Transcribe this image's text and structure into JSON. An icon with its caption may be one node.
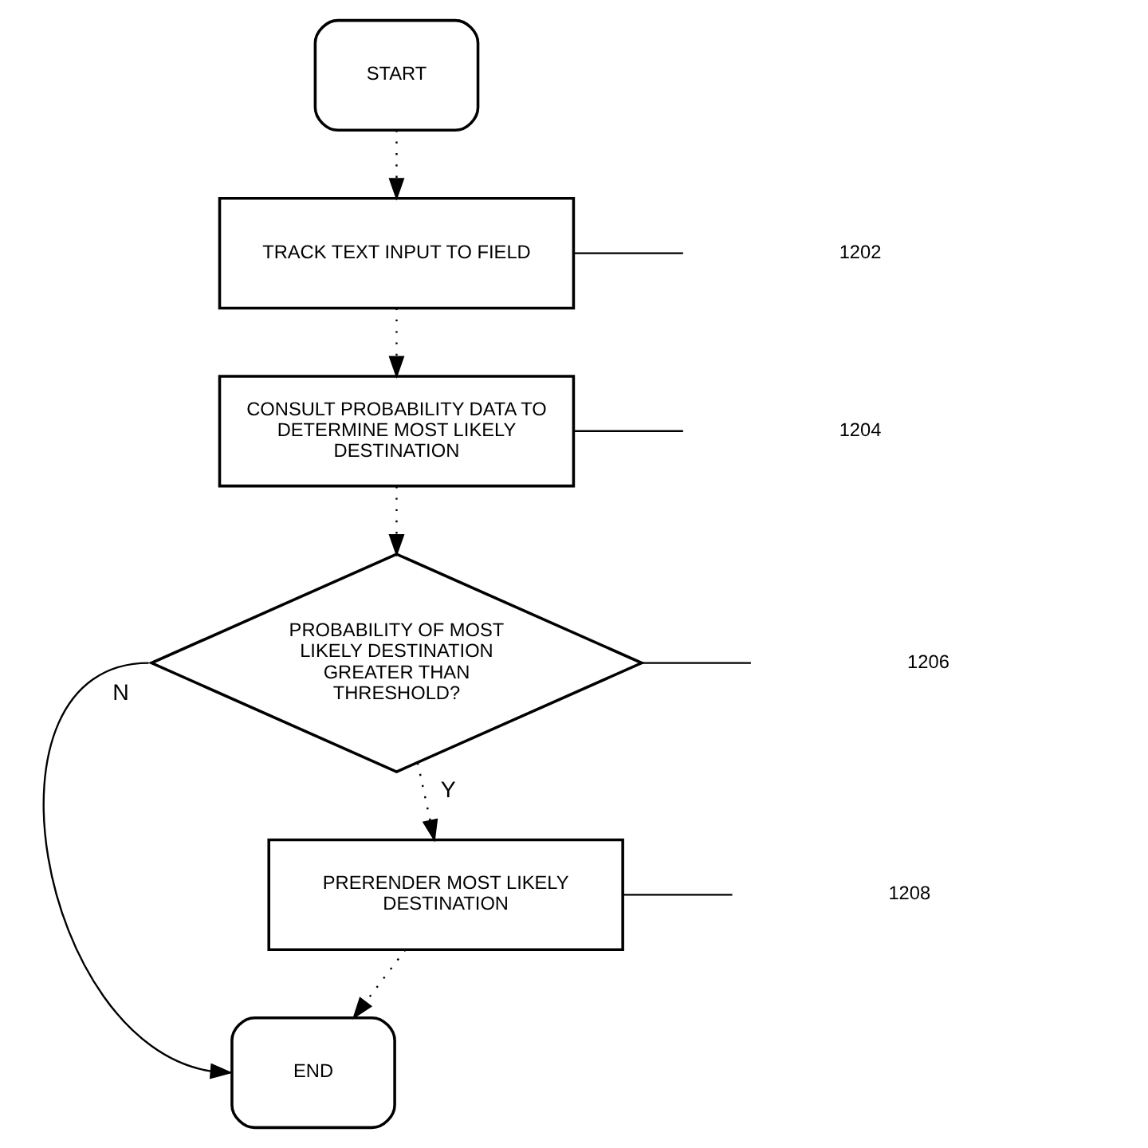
{
  "diagram": {
    "nodes": [
      {
        "text": [
          "START"
        ]
      },
      {
        "text": [
          "TRACK TEXT INPUT TO FIELD"
        ]
      },
      {
        "text": [
          "CONSULT PROBABILITY DATA TO DETERMINE MOST LIKELY DESTINATION"
        ]
      },
      {
        "text": [
          "PROBABILITY OF MOST LIKELY DESTINATION GREATER THAN THRESHOLD?"
        ]
      },
      {
        "text": [
          "PRERENDER MOST LIKELY DESTINATION"
        ]
      },
      {
        "text": [
          "END"
        ]
      },
      {
        "text": [
          "1202"
        ]
      },
      {
        "text": [
          "1204"
        ]
      },
      {
        "text": [
          "1206"
        ]
      },
      {
        "text": [
          "1208"
        ]
      }
    ],
    "edges": [
      {
        "from": 0,
        "to": 1,
        "arrow": "to",
        "style": "dashed"
      },
      {
        "from": 1,
        "to": 2,
        "arrow": "to",
        "style": "dashed"
      },
      {
        "from": 2,
        "to": 3,
        "arrow": "to",
        "style": "dashed"
      },
      {
        "from": 3,
        "to": 4,
        "arrow": "to",
        "style": "dashed",
        "label": "Y"
      },
      {
        "from": 4,
        "to": 5,
        "arrow": "to",
        "style": "dashed"
      },
      {
        "from": 3,
        "to": 5,
        "arrow": "to",
        "label": "N"
      },
      {
        "from": 6,
        "to": 1,
        "arrow": "none"
      },
      {
        "from": 7,
        "to": 2,
        "arrow": "none"
      },
      {
        "from": 8,
        "to": 3,
        "arrow": "none"
      },
      {
        "from": 9,
        "to": 4,
        "arrow": "none"
      }
    ]
  }
}
